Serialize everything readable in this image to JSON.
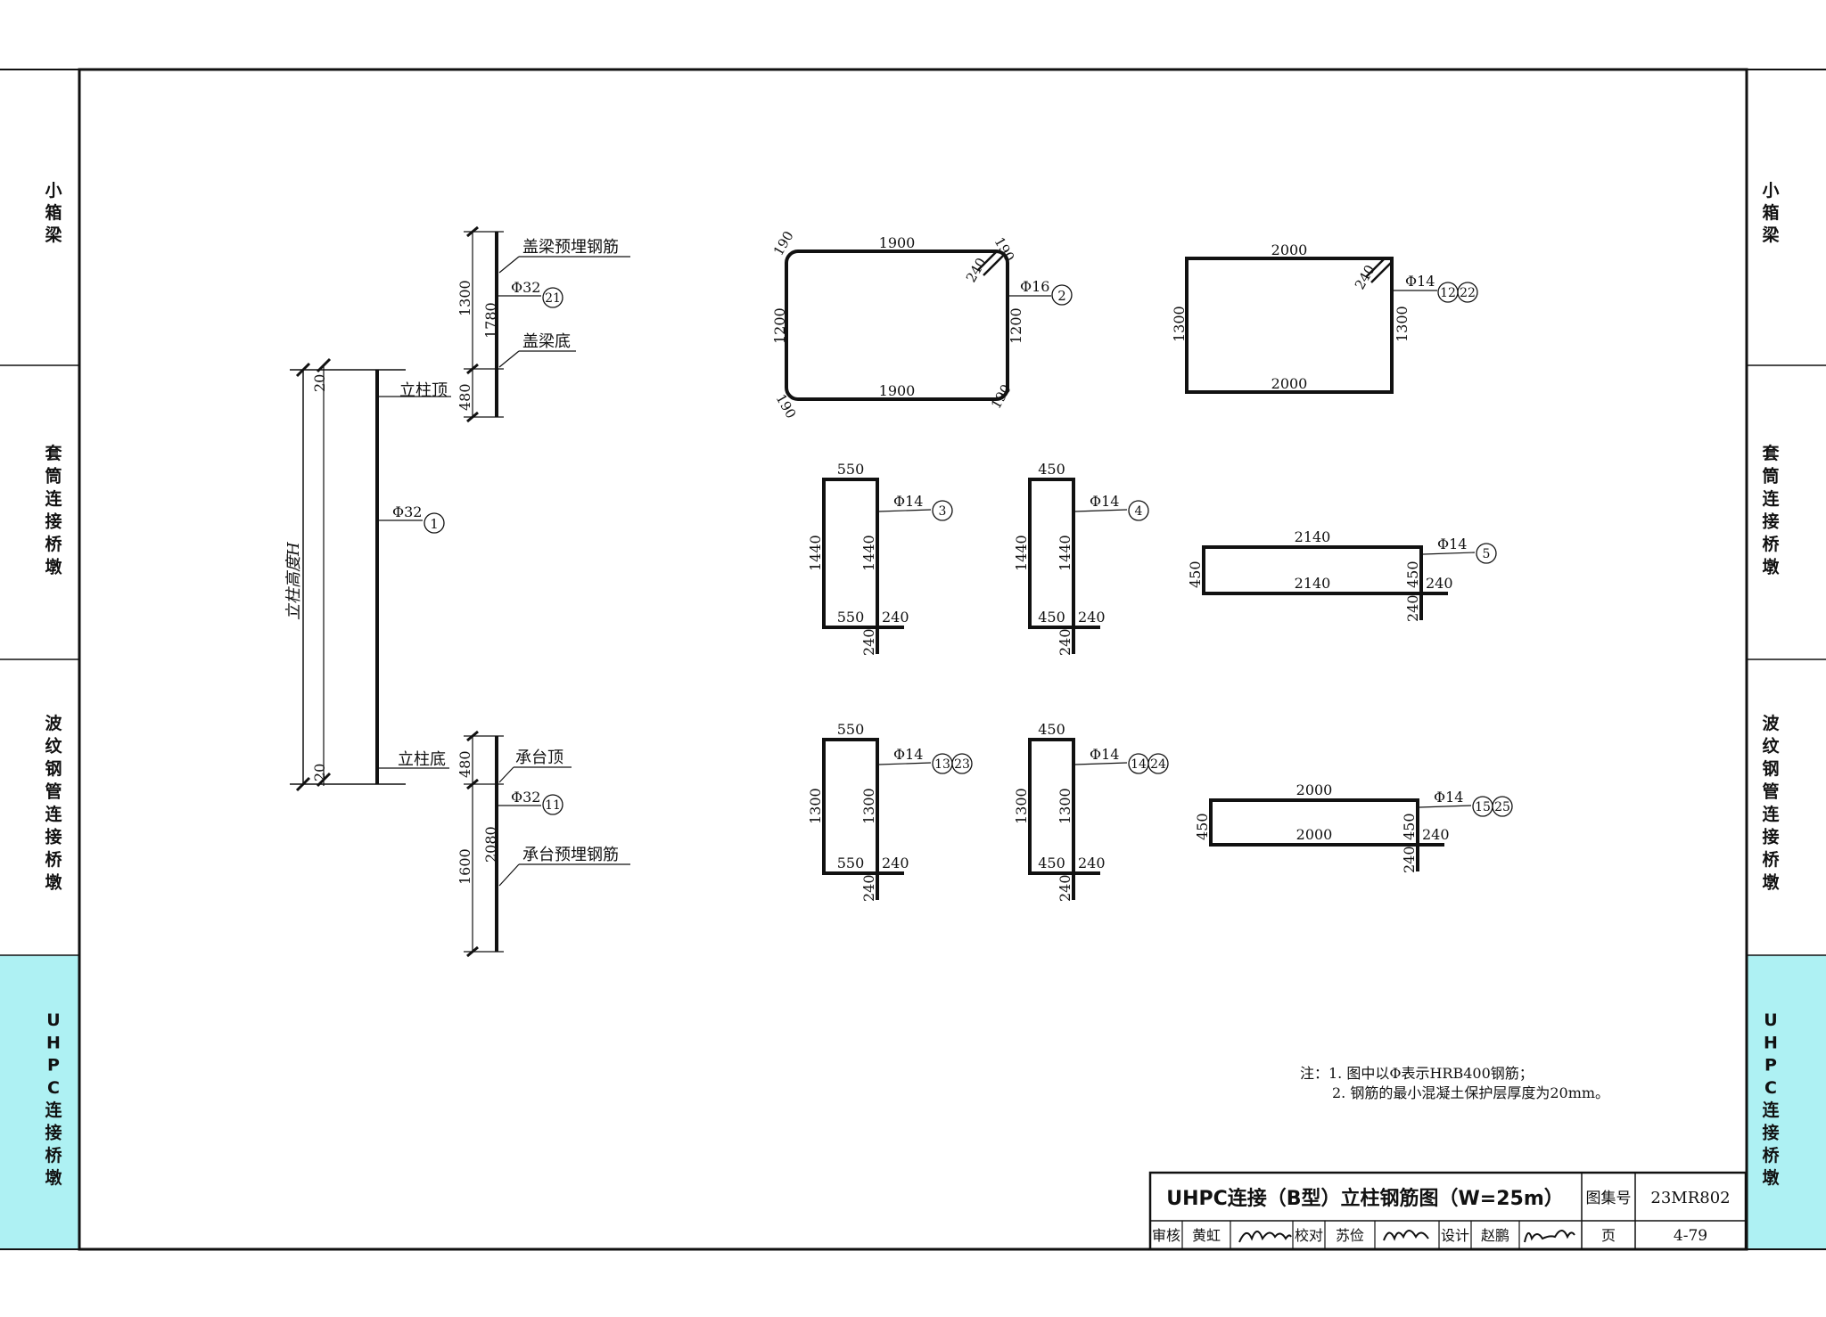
{
  "side_tabs": {
    "box_girder": "小箱梁",
    "sleeve": "套筒连接桥墩",
    "corrugated": "波纹钢管连接桥墩",
    "uhpc": "UHPC连接桥墩"
  },
  "colors": {
    "active_tab": "#aef1f3",
    "line": "#111111"
  },
  "column_bar": {
    "height_label": "立柱高度H",
    "top_label": "立柱顶",
    "bottom_label": "立柱底",
    "bar": "Φ32",
    "mark": "1",
    "top_gap": "20",
    "bottom_gap": "20"
  },
  "cap_bar": {
    "label": "盖梁预埋钢筋",
    "bottom_label": "盖梁底",
    "bar": "Φ32",
    "mark": "21",
    "upper": "1300",
    "lower": "480",
    "total": "1780"
  },
  "footing_bar": {
    "top_label": "承台顶",
    "label": "承台预埋钢筋",
    "bar": "Φ32",
    "mark": "11",
    "upper": "480",
    "lower": "1600",
    "total": "2080"
  },
  "stirrup_2": {
    "bar": "Φ16",
    "mark": "2",
    "top": "1900",
    "bottom": "1900",
    "left": "1200",
    "right": "1200",
    "hook": "240",
    "c_tl": "190",
    "c_tr": "190",
    "c_bl": "190",
    "c_br": "190"
  },
  "stirrup_12": {
    "bar": "Φ14",
    "marks": [
      "12",
      "22"
    ],
    "top": "2000",
    "bottom": "2000",
    "left": "1300",
    "right": "1300",
    "hook": "240"
  },
  "tie_3": {
    "bar": "Φ14",
    "marks": [
      "3"
    ],
    "top": "550",
    "bottom": "550",
    "left": "1440",
    "right": "1440",
    "hook_h": "240",
    "hook_v": "240"
  },
  "tie_4": {
    "bar": "Φ14",
    "marks": [
      "4"
    ],
    "top": "450",
    "bottom": "450",
    "left": "1440",
    "right": "1440",
    "hook_h": "240",
    "hook_v": "240"
  },
  "tie_13": {
    "bar": "Φ14",
    "marks": [
      "13",
      "23"
    ],
    "top": "550",
    "bottom": "550",
    "left": "1300",
    "right": "1300",
    "hook_h": "240",
    "hook_v": "240"
  },
  "tie_14": {
    "bar": "Φ14",
    "marks": [
      "14",
      "24"
    ],
    "top": "450",
    "bottom": "450",
    "left": "1300",
    "right": "1300",
    "hook_h": "240",
    "hook_v": "240"
  },
  "tie_5": {
    "bar": "Φ14",
    "marks": [
      "5"
    ],
    "top": "2140",
    "bottom": "2140",
    "left": "450",
    "right": "450",
    "hook_h": "240",
    "hook_v": "240"
  },
  "tie_15": {
    "bar": "Φ14",
    "marks": [
      "15",
      "25"
    ],
    "top": "2000",
    "bottom": "2000",
    "left": "450",
    "right": "450",
    "hook_h": "240",
    "hook_v": "240"
  },
  "notes": {
    "line1": "注：1. 图中以Φ表示HRB400钢筋；",
    "line2": "2. 钢筋的最小混凝土保护层厚度为20mm。"
  },
  "title_block": {
    "title": "UHPC连接（B型）立柱钢筋图（W=25m）",
    "atlas_label": "图集号",
    "atlas_no": "23MR802",
    "review_label": "审核",
    "reviewer": "黄虹",
    "check_label": "校对",
    "checker": "苏俭",
    "design_label": "设计",
    "designer": "赵鹏",
    "page_label": "页",
    "page_no": "4-79"
  }
}
